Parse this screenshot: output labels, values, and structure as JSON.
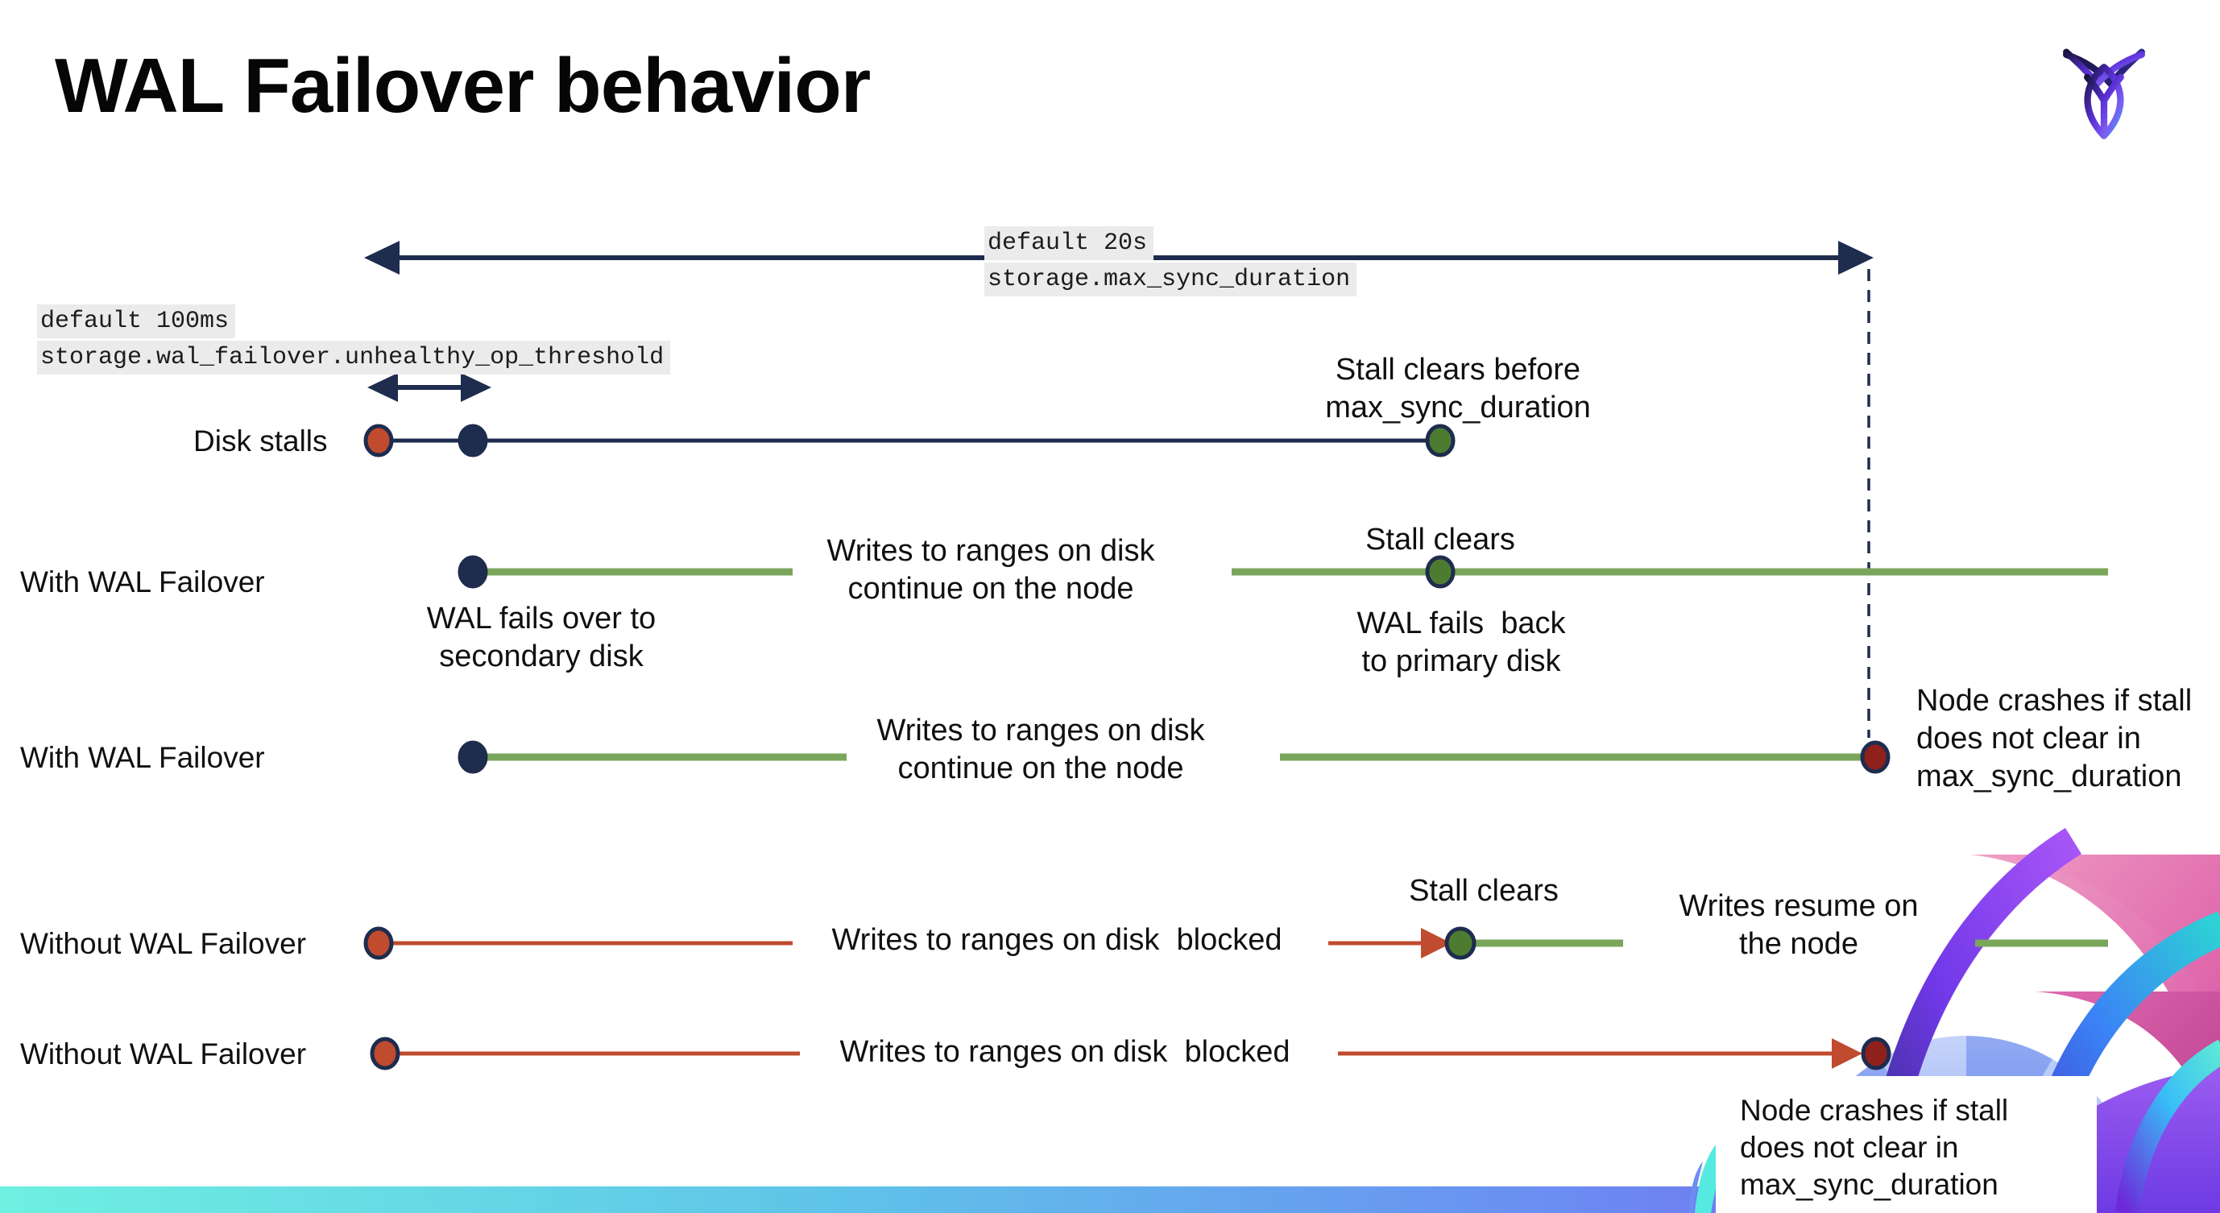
{
  "title": "WAL Failover behavior",
  "callouts": {
    "max_sync_duration": {
      "line1": "default 20s",
      "line2": "storage.max_sync_duration"
    },
    "unhealthy_op_threshold": {
      "line1": "default 100ms",
      "line2": "storage.wal_failover.unhealthy_op_threshold"
    }
  },
  "rows": {
    "disk_stalls": {
      "label": "Disk stalls"
    },
    "with_wal_1": {
      "label": "With WAL Failover"
    },
    "with_wal_2": {
      "label": "With WAL Failover"
    },
    "without_wal_1": {
      "label": "Without WAL Failover"
    },
    "without_wal_2": {
      "label": "Without WAL Failover"
    }
  },
  "annotations": {
    "stall_clears_before": {
      "line1": "Stall clears before",
      "line2": "max_sync_duration"
    },
    "writes_continue": {
      "line1": "Writes to ranges on disk",
      "line2": "continue on the node"
    },
    "wal_fails_over": {
      "line1": "WAL fails over to",
      "line2": "secondary disk"
    },
    "stall_clears": "Stall clears",
    "wal_fails_back": {
      "line1": "WAL fails  back",
      "line2": "to primary disk"
    },
    "writes_blocked": "Writes to ranges on disk  blocked",
    "writes_resume": {
      "line1": "Writes resume on",
      "line2": "the node"
    },
    "node_crashes": {
      "line1": "Node crashes if stall",
      "line2": "does not clear in",
      "line3": "max_sync_duration"
    }
  },
  "colors": {
    "navy": "#1e2c4e",
    "green_line": "#7aa65c",
    "green_dot": "#4d7c31",
    "red": "#c04b2e",
    "dark_red": "#8e211c",
    "code_bg": "#ebebeb",
    "text": "#111111",
    "bar_left": "#6ef0e1",
    "bar_mid": "#6b8ef2",
    "bar_right": "#7b4fe8"
  }
}
